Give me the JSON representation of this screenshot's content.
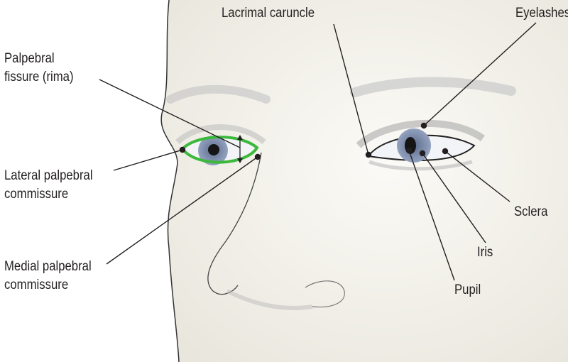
{
  "labels": {
    "palpebral_fissure": [
      "Palpebral",
      "fissure (rima)"
    ],
    "lateral_commissure": [
      "Lateral palpebral",
      "commissure"
    ],
    "medial_commissure": [
      "Medial palpebral",
      "commissure"
    ],
    "lacrimal_caruncle": "Lacrimal caruncle",
    "eyelashes": "Eyelashes",
    "sclera": "Sclera",
    "iris": "Iris",
    "pupil": "Pupil"
  },
  "colors": {
    "highlight": "#3cb83c",
    "leader": "#231f20",
    "iris": "#7f8fae",
    "skin": "#f3f1ea"
  }
}
